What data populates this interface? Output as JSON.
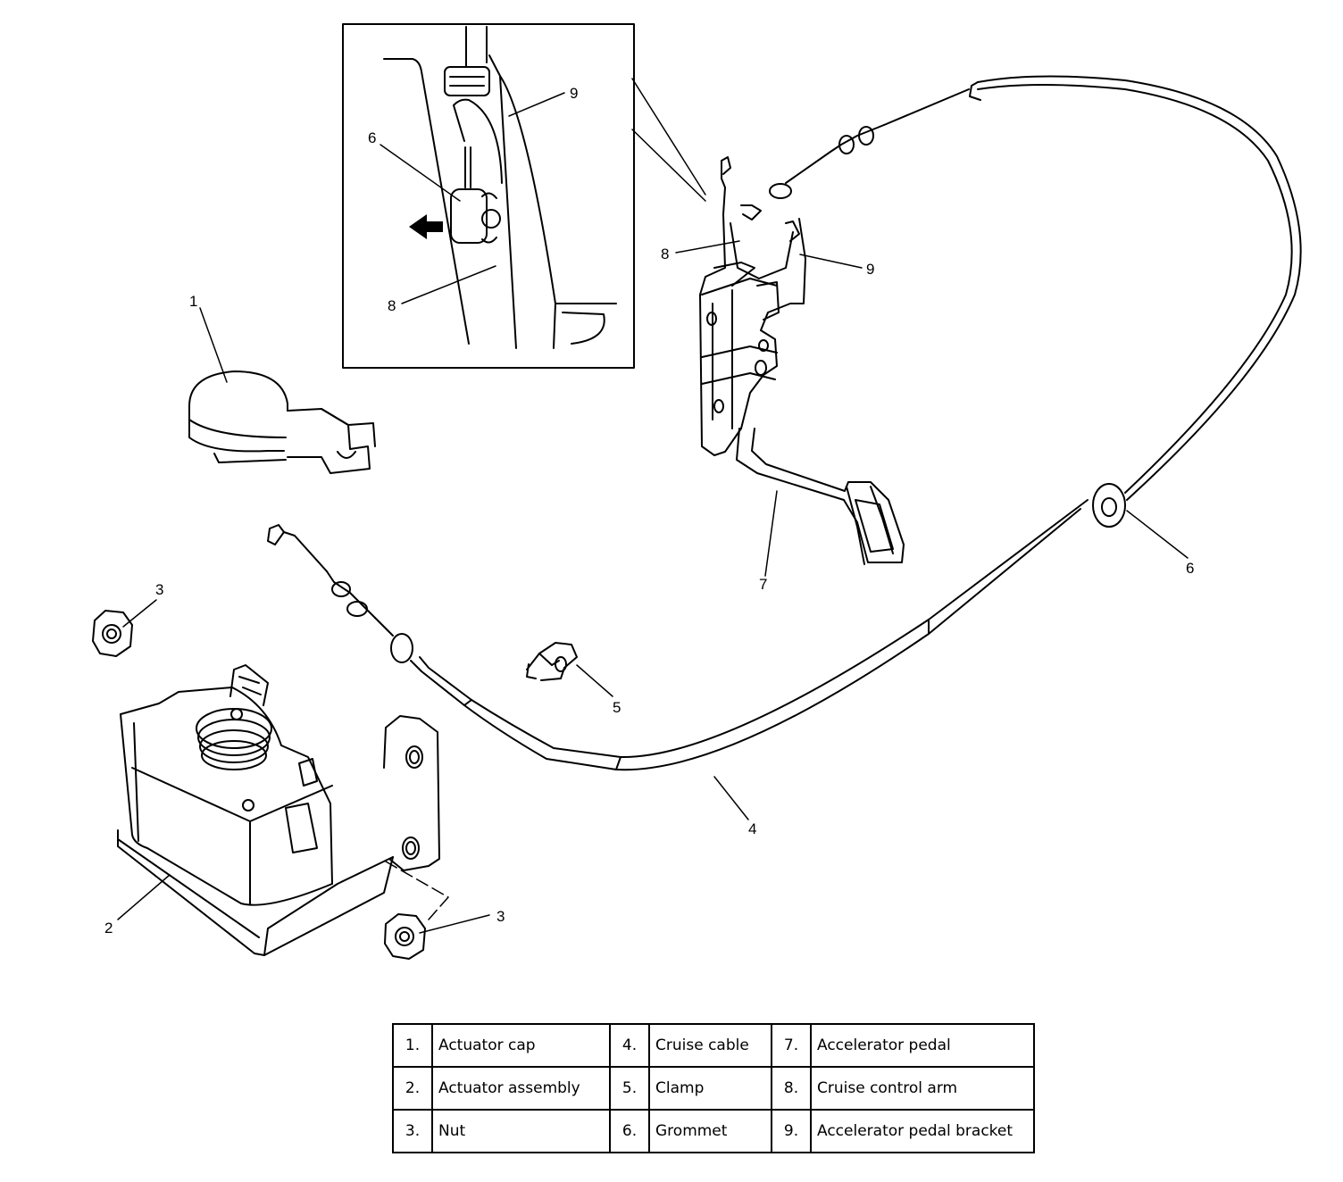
{
  "callouts": {
    "c1": "1",
    "c2": "2",
    "c3a": "3",
    "c3b": "3",
    "c4": "4",
    "c5": "5",
    "c6": "6",
    "c7": "7",
    "c8": "8",
    "c9": "9",
    "inset6": "6",
    "inset8": "8",
    "inset9": "9"
  },
  "legend": [
    [
      {
        "num": "1.",
        "name": "Actuator cap"
      },
      {
        "num": "4.",
        "name": "Cruise cable"
      },
      {
        "num": "7.",
        "name": "Accelerator pedal"
      }
    ],
    [
      {
        "num": "2.",
        "name": "Actuator assembly"
      },
      {
        "num": "5.",
        "name": "Clamp"
      },
      {
        "num": "8.",
        "name": "Cruise control arm"
      }
    ],
    [
      {
        "num": "3.",
        "name": "Nut"
      },
      {
        "num": "6.",
        "name": "Grommet"
      },
      {
        "num": "9.",
        "name": "Accelerator pedal bracket"
      }
    ]
  ]
}
